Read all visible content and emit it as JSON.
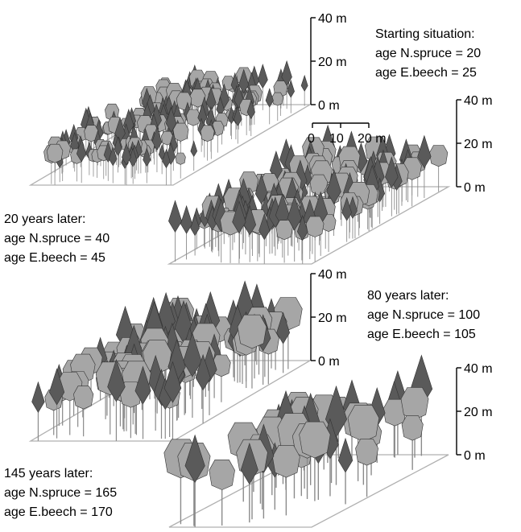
{
  "stages": [
    {
      "id": "start",
      "label_lines": [
        "Starting situation:",
        "age N.spruce = 20",
        "age E.beech = 25"
      ],
      "scale_ticks": [
        "40 m",
        "20 m",
        "0 m"
      ],
      "relative_tree_size": 0.55,
      "tree_density": "high"
    },
    {
      "id": "plus20",
      "label_lines": [
        "20 years later:",
        "age N.spruce = 40",
        "age E.beech = 45"
      ],
      "scale_ticks": [
        "40 m",
        "20 m",
        "0 m"
      ],
      "relative_tree_size": 0.75,
      "tree_density": "high"
    },
    {
      "id": "plus80",
      "label_lines": [
        "80 years later:",
        "age N.spruce = 100",
        "age E.beech = 105"
      ],
      "scale_ticks": [
        "40 m",
        "20 m",
        "0 m"
      ],
      "relative_tree_size": 1.0,
      "tree_density": "medium"
    },
    {
      "id": "plus145",
      "label_lines": [
        "145 years later:",
        "age N.spruce = 165",
        "age E.beech = 170"
      ],
      "scale_ticks": [
        "40 m",
        "20 m",
        "0 m"
      ],
      "relative_tree_size": 1.15,
      "tree_density": "low"
    }
  ],
  "horizontal_scale": {
    "ticks": [
      "0",
      "10",
      "20 m"
    ]
  },
  "colors": {
    "spruce": "#5a5a5a",
    "beech": "#a6a6a6",
    "outline": "#333333",
    "trunk": "#8a8a8a",
    "plot_outline": "#b0b0b0"
  }
}
